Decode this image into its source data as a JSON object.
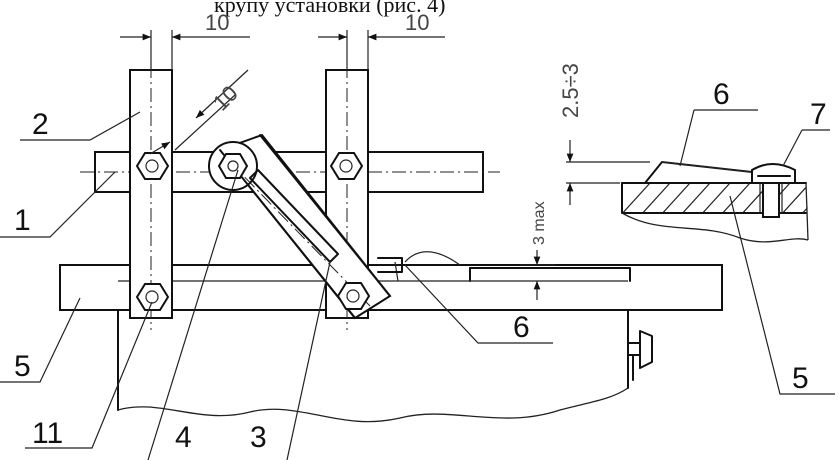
{
  "caption": "крупу установки (рис. 4)",
  "dimensions": {
    "gap_left": "10",
    "gap_right": "10",
    "angle_offset": "10",
    "blade_setting": "2.5÷3",
    "max_clearance": "3 max"
  },
  "labels": {
    "p1": "1",
    "p2": "2",
    "p3": "3",
    "p4": "4",
    "p5_left": "5",
    "p5_right": "5",
    "p6_top": "6",
    "p6_bottom": "6",
    "p7": "7",
    "p11": "11"
  }
}
